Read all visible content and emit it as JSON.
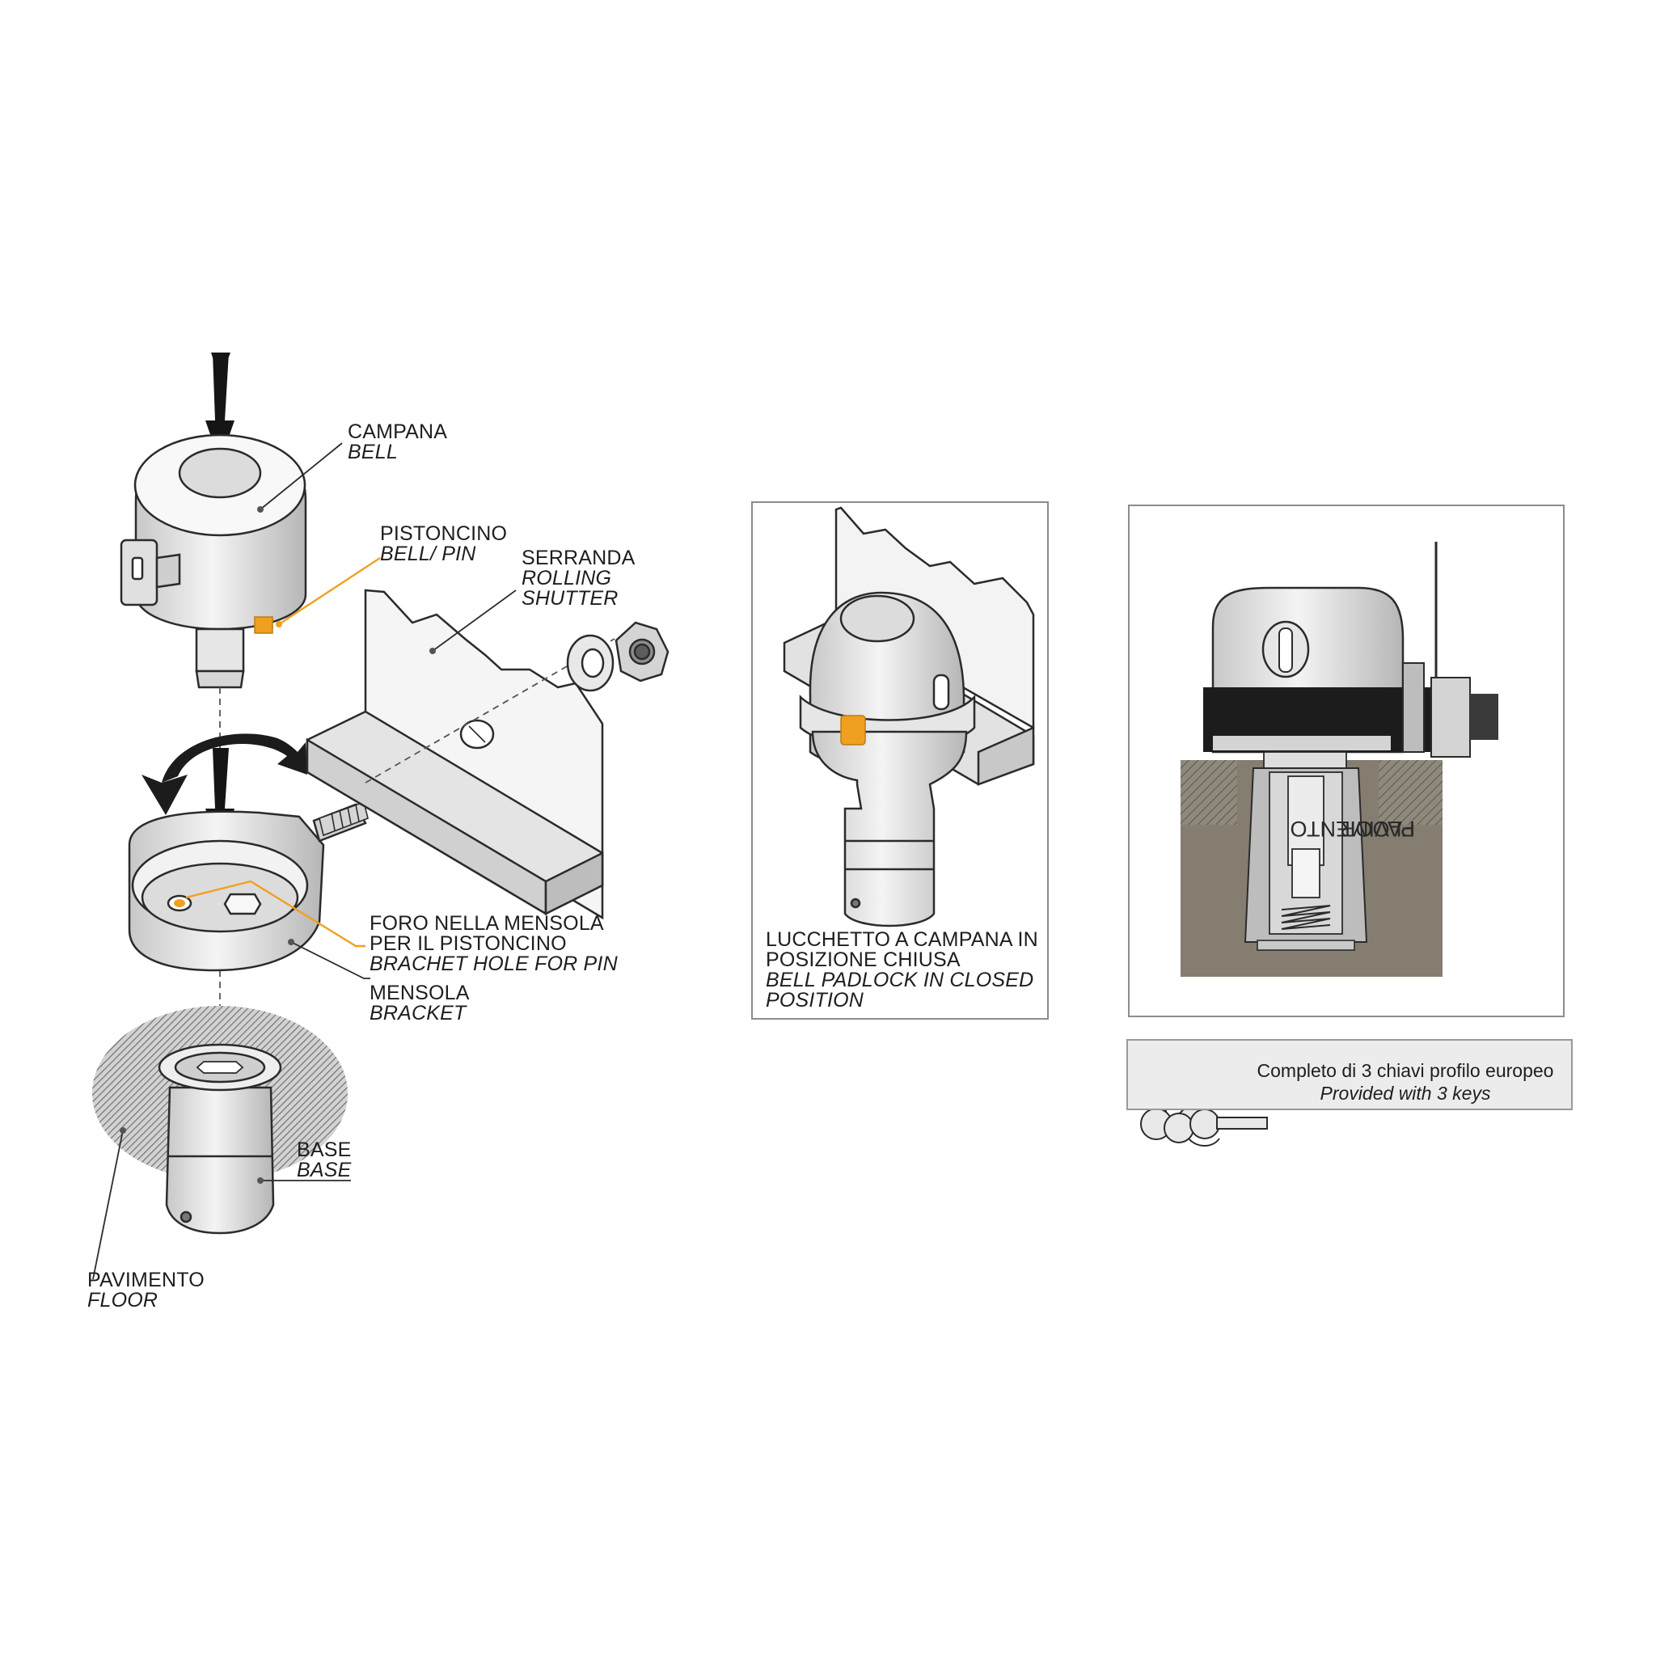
{
  "labels": {
    "bell": {
      "it": "CAMPANA",
      "en": "BELL"
    },
    "pin": {
      "it": "PISTONCINO",
      "en": "BELL/ PIN"
    },
    "shutter": {
      "it": "SERRANDA",
      "en1": "ROLLING",
      "en2": "SHUTTER"
    },
    "hole": {
      "it1": "FORO NELLA MENSOLA",
      "it2": "PER IL PISTONCINO",
      "en": "BRACHET HOLE FOR PIN"
    },
    "bracket": {
      "it": "MENSOLA",
      "en": "BRACKET"
    },
    "base": {
      "it": "BASE",
      "en": "BASE"
    },
    "floor": {
      "it": "PAVIMENTO",
      "en": "FLOOR"
    },
    "closed": {
      "it1": "LUCCHETTO A CAMPANA IN",
      "it2": "POSIZIONE CHIUSA",
      "en1": "BELL PADLOCK IN CLOSED",
      "en2": "POSITION"
    },
    "section_floor": {
      "it": "PAVIMENTO",
      "en": "FLOOR"
    },
    "keys": {
      "it": "Completo di 3 chiavi profilo europeo",
      "en": "Provided with 3 keys"
    }
  },
  "colors": {
    "accent": "#f0a020",
    "line": "#2b2b2b",
    "floor_fill": "#857d70",
    "metal": "#d8d8d8"
  },
  "icons": [
    "down-arrow-icon",
    "rotate-arrow-icon",
    "keys-icon"
  ]
}
